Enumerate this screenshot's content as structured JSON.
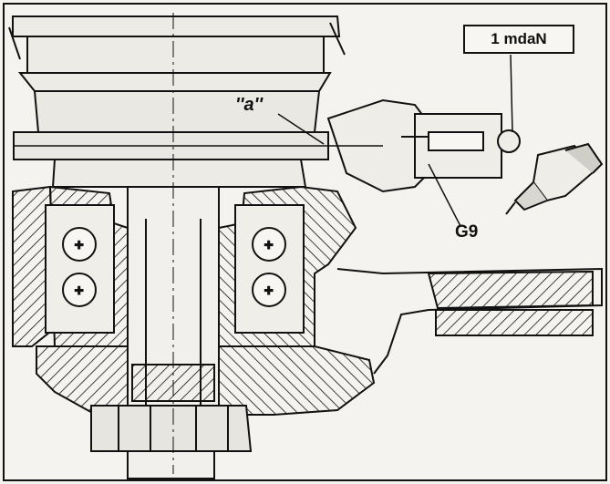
{
  "annotations": {
    "torque": "1 mdaN",
    "point_a": "''a''",
    "part_code": "G9"
  },
  "colors": {
    "ink": "#111111",
    "paper": "#f4f3ef"
  }
}
